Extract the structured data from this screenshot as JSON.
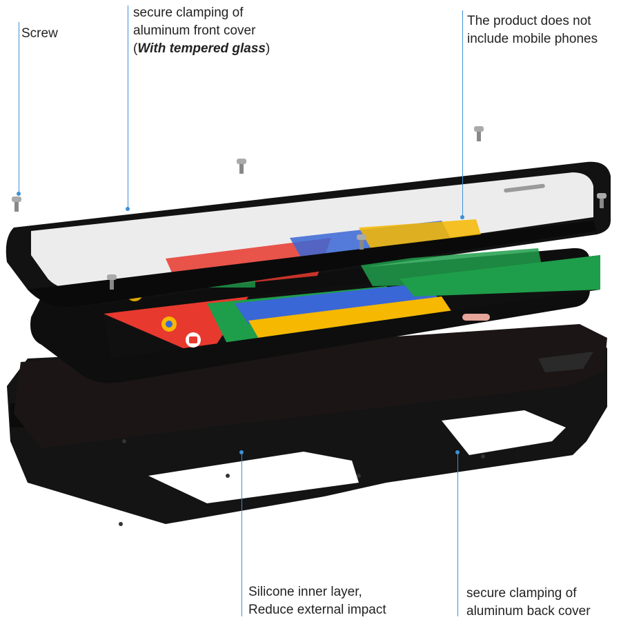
{
  "callouts": {
    "screw": "Screw",
    "front_cover": {
      "line1": "secure clamping of",
      "line2": "aluminum front cover",
      "line3_open": "(",
      "line3_bold": "With tempered glass",
      "line3_close": ")"
    },
    "no_phone": {
      "line1": "The product does not",
      "line2": "include mobile phones"
    },
    "silicone": {
      "line1": "Silicone inner layer,",
      "line2": "Reduce external impact"
    },
    "back_cover": {
      "line1": "secure clamping of",
      "line2": "aluminum back cover"
    }
  },
  "colors": {
    "leader": "#3d8fd6",
    "case_black": "#141414",
    "glass": "#e9e9e9",
    "g_red": "#e8392e",
    "g_blue": "#3a67d6",
    "g_yellow": "#f6b800",
    "g_green": "#1e9e4a"
  }
}
